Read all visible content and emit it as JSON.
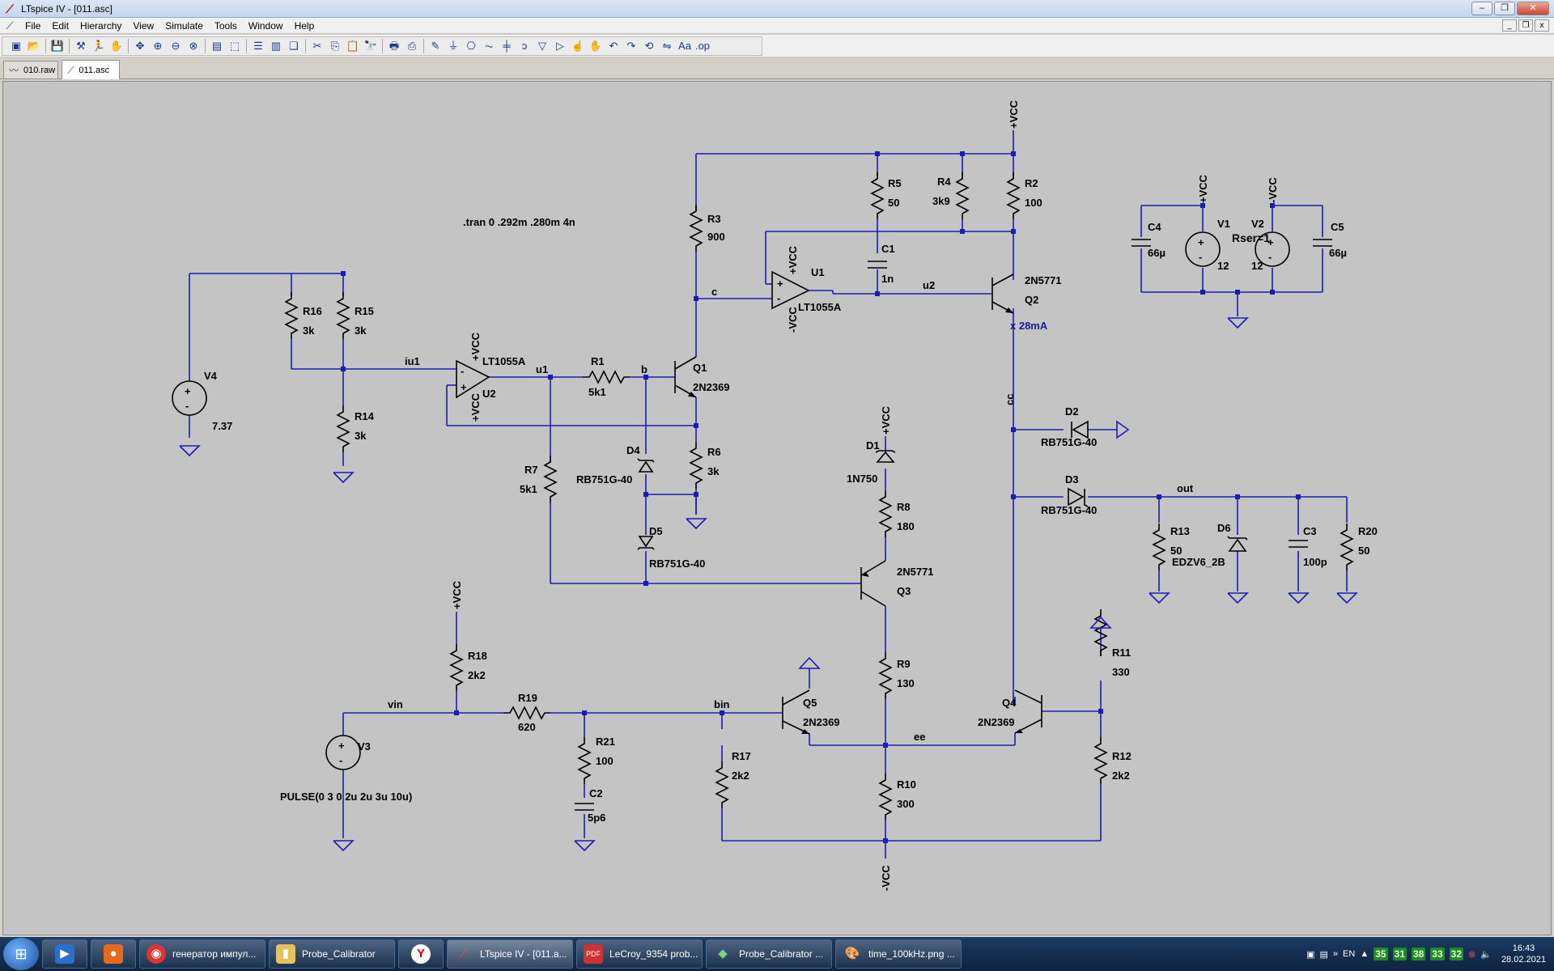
{
  "window": {
    "title": "LTspice IV - [011.asc]",
    "minimize": "‒",
    "maximize": "❐",
    "close": "✕"
  },
  "menu": [
    "File",
    "Edit",
    "Hierarchy",
    "View",
    "Simulate",
    "Tools",
    "Window",
    "Help"
  ],
  "mdi": {
    "minimize": "_",
    "restore": "❐",
    "close": "x"
  },
  "tabs": [
    {
      "label": "010.raw",
      "active": false
    },
    {
      "label": "011.asc",
      "active": true
    }
  ],
  "schematic": {
    "directive": ".tran 0 .292m .280m 4n",
    "current_probe": "x 28mA",
    "nets": {
      "c": "c",
      "u2": "u2",
      "iu1": "iu1",
      "u1": "u1",
      "b": "b",
      "cc": "cc",
      "out": "out",
      "vin": "vin",
      "bin": "bin",
      "ee": "ee"
    },
    "power": {
      "pvcc": "+VCC",
      "nvcc": "-VCC"
    },
    "rser": "Rser=1",
    "components": {
      "R1": [
        "R1",
        "5k1"
      ],
      "R2": [
        "R2",
        "100"
      ],
      "R3": [
        "R3",
        "900"
      ],
      "R4": [
        "R4",
        "3k9"
      ],
      "R5": [
        "R5",
        "50"
      ],
      "R6": [
        "R6",
        "3k"
      ],
      "R7": [
        "R7",
        "5k1"
      ],
      "R8": [
        "R8",
        "180"
      ],
      "R9": [
        "R9",
        "130"
      ],
      "R10": [
        "R10",
        "300"
      ],
      "R11": [
        "R11",
        "330"
      ],
      "R12": [
        "R12",
        "2k2"
      ],
      "R13": [
        "R13",
        "50"
      ],
      "R14": [
        "R14",
        "3k"
      ],
      "R15": [
        "R15",
        "3k"
      ],
      "R16": [
        "R16",
        "3k"
      ],
      "R17": [
        "R17",
        "2k2"
      ],
      "R18": [
        "R18",
        "2k2"
      ],
      "R19": [
        "R19",
        "620"
      ],
      "R20": [
        "R20",
        "50"
      ],
      "R21": [
        "R21",
        "100"
      ],
      "C1": [
        "C1",
        "1n"
      ],
      "C2": [
        "C2",
        "5p6"
      ],
      "C3": [
        "C3",
        "100p"
      ],
      "C4": [
        "C4",
        "66µ"
      ],
      "C5": [
        "C5",
        "66µ"
      ],
      "D1": [
        "D1",
        "1N750"
      ],
      "D2": [
        "D2",
        "RB751G-40"
      ],
      "D3": [
        "D3",
        "RB751G-40"
      ],
      "D4": [
        "D4",
        "RB751G-40"
      ],
      "D5": [
        "D5",
        "RB751G-40"
      ],
      "D6": [
        "D6",
        "EDZV6_2B"
      ],
      "Q1": [
        "Q1",
        "2N2369"
      ],
      "Q2": [
        "Q2",
        "2N5771"
      ],
      "Q3": [
        "Q3",
        "2N5771"
      ],
      "Q4": [
        "Q4",
        "2N2369"
      ],
      "Q5": [
        "Q5",
        "2N2369"
      ],
      "U1": [
        "U1",
        "LT1055A"
      ],
      "U2": [
        "U2",
        "LT1055A"
      ],
      "V1": [
        "V1",
        "12"
      ],
      "V2": [
        "V2",
        "12"
      ],
      "V3": [
        "V3",
        "PULSE(0 3 0 2u 2u 3u 10u)"
      ],
      "V4": [
        "V4",
        "7.37"
      ]
    }
  },
  "taskbar": {
    "items": [
      {
        "label": "генератор импул...",
        "icon": "chrome-icon"
      },
      {
        "label": "Probe_Calibrator",
        "icon": "folder-icon"
      },
      {
        "label": "LTspice IV - [011.a...",
        "icon": "ltspice-icon"
      },
      {
        "label": "LeCroy_9354 prob...",
        "icon": "pdf-icon"
      },
      {
        "label": "Probe_Calibrator ...",
        "icon": "app-icon"
      },
      {
        "label": "time_100kHz.png ...",
        "icon": "paint-icon"
      }
    ],
    "lang": "EN",
    "temps": [
      "35",
      "31",
      "38",
      "33",
      "32"
    ],
    "time": "16:43",
    "date": "28.02.2021"
  }
}
